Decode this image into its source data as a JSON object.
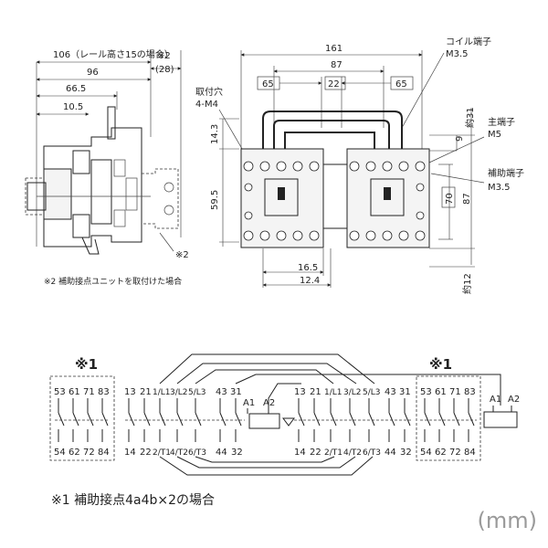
{
  "side_view": {
    "dim_106": "106（レール高さ15の場合）",
    "dim_96": "96",
    "dim_66_5": "66.5",
    "dim_10_5": "10.5",
    "dim_note2_top": "※2",
    "dim_28": "(28)",
    "note2_pointer": "※2"
  },
  "front_view": {
    "dim_161": "161",
    "dim_87": "87",
    "dim_65_left": "65",
    "dim_22": "22",
    "dim_65_right": "65",
    "mount_hole_line1": "取付穴",
    "mount_hole_line2": "4-M4",
    "coil_terminal_line1": "コイル端子",
    "coil_terminal_line2": "M3.5",
    "main_terminal_line1": "主端子",
    "main_terminal_line2": "M5",
    "aux_terminal_line1": "補助端子",
    "aux_terminal_line2": "M3.5",
    "dim_14_3": "14.3",
    "dim_59_5": "59.5",
    "dim_9": "9",
    "dim_approx31": "約31",
    "dim_70": "70",
    "dim_87_v": "87",
    "dim_16_5": "16.5",
    "dim_12_4": "12.4",
    "dim_approx12": "約12"
  },
  "caption_note2": "※2 補助接点ユニットを取付けた場合",
  "schematic": {
    "mark_left": "※1",
    "mark_right": "※1",
    "left_aux_top": [
      "53",
      "61",
      "71",
      "83"
    ],
    "left_aux_bottom": [
      "54",
      "62",
      "72",
      "84"
    ],
    "k1_top": [
      "13",
      "21",
      "1/L1",
      "3/L2",
      "5/L3",
      "43",
      "31"
    ],
    "k1_bottom": [
      "14",
      "22",
      "2/T1",
      "4/T2",
      "6/T3",
      "44",
      "32"
    ],
    "k1_coil": [
      "A1",
      "A2"
    ],
    "k2_top": [
      "13",
      "21",
      "1/L1",
      "3/L2",
      "5/L3",
      "43",
      "31"
    ],
    "k2_bottom": [
      "14",
      "22",
      "2/T1",
      "4/T2",
      "6/T3",
      "44",
      "32"
    ],
    "right_aux_top": [
      "53",
      "61",
      "71",
      "83"
    ],
    "right_aux_bottom": [
      "54",
      "62",
      "72",
      "84"
    ],
    "k2_coil": [
      "A1",
      "A2"
    ]
  },
  "note1": "※1 補助接点4a4b×2の場合",
  "unit": "(mm)"
}
